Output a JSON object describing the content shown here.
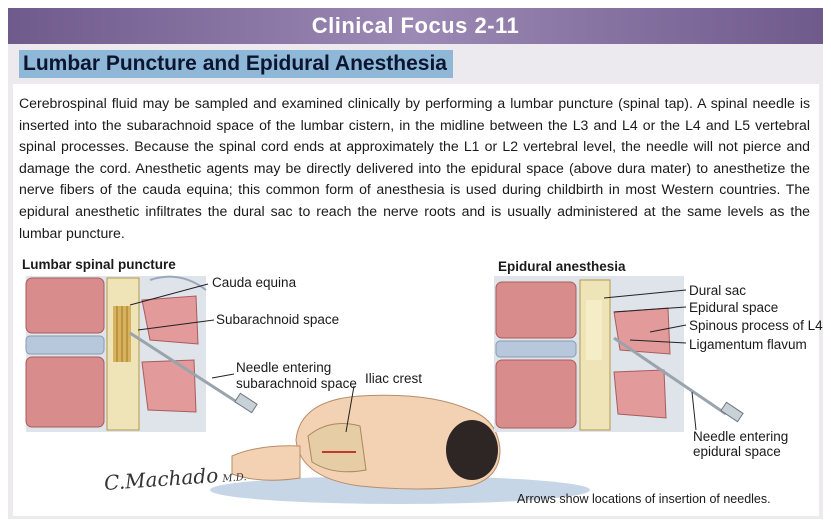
{
  "header": {
    "banner_title": "Clinical Focus 2-11",
    "subtitle": "Lumbar Puncture and Epidural Anesthesia"
  },
  "body": {
    "paragraph": "Cerebrospinal fluid may be sampled and examined clinically by performing a lumbar puncture (spinal tap). A spinal needle is inserted into the subarachnoid space of the lumbar cistern, in the midline between the L3 and L4 or the L4 and L5 vertebral spinal processes. Because the spinal cord ends at approximately the L1 or L2 vertebral level, the needle will not pierce and damage the cord. Anesthetic agents may be directly delivered into the epidural space (above dura mater) to anesthetize the nerve fibers of the cauda equina; this common form of anesthesia is used during childbirth in most Western countries. The epidural anesthetic infiltrates the dural sac to reach the nerve roots and is usually administered at the same levels as the lumbar puncture."
  },
  "figure_left": {
    "heading": "Lumbar spinal puncture",
    "labels": {
      "cauda_equina": "Cauda equina",
      "subarachnoid_space": "Subarachnoid space",
      "needle_line1": "Needle entering",
      "needle_line2": "subarachnoid space"
    }
  },
  "figure_center": {
    "iliac_crest": "Iliac crest",
    "signature": "C.Machado",
    "signature_suffix": "M.D."
  },
  "figure_right": {
    "heading": "Epidural anesthesia",
    "labels": {
      "dural_sac": "Dural sac",
      "epidural_space": "Epidural space",
      "spinous_process": "Spinous process of L4",
      "ligamentum_flavum": "Ligamentum flavum",
      "needle_line1": "Needle entering",
      "needle_line2": "epidural space"
    }
  },
  "caption": "Arrows show locations of insertion of needles.",
  "colors": {
    "banner": "#7e6a9b",
    "subtitle_bg": "#8fb7d8",
    "bone": "#d98c8c",
    "disc": "#b8c8dc",
    "skin": "#f3d2b4"
  }
}
